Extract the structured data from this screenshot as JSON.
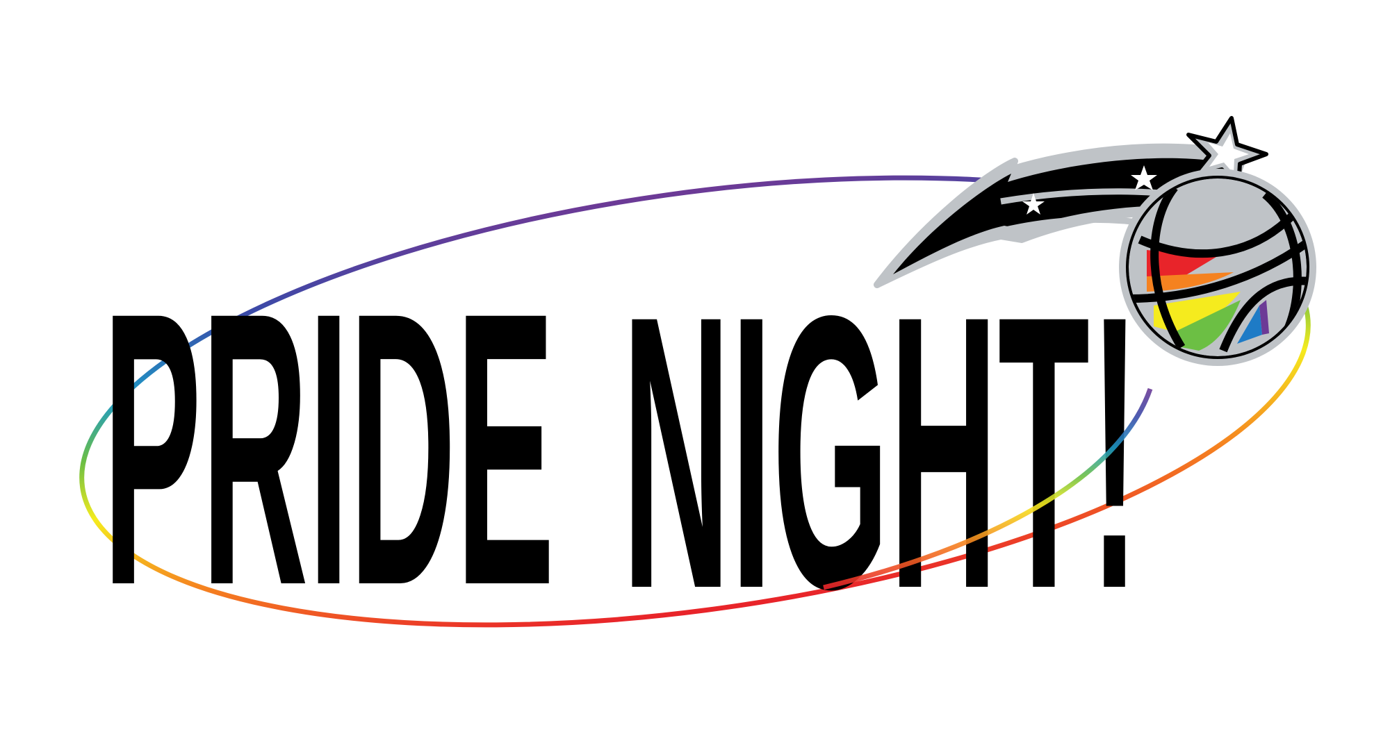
{
  "headline": {
    "word_1": "PRIDE",
    "word_2": "NIGHT!",
    "text_color": "#000000"
  },
  "logo": {
    "icon": "basketball-comet-logo",
    "outline_color": "#000000",
    "ball_fill": "#BFC3C7",
    "stars_fill": "#FFFFFF",
    "rainbow": [
      "#E8242A",
      "#F58220",
      "#F5EB1E",
      "#6CBF44",
      "#1E7BC6",
      "#6C3A96"
    ]
  },
  "ring": {
    "gradient": [
      "#E8242A",
      "#F58220",
      "#F5EB1E",
      "#6CBF44",
      "#1E9AC6",
      "#3A4AA8",
      "#6C3A96"
    ]
  }
}
